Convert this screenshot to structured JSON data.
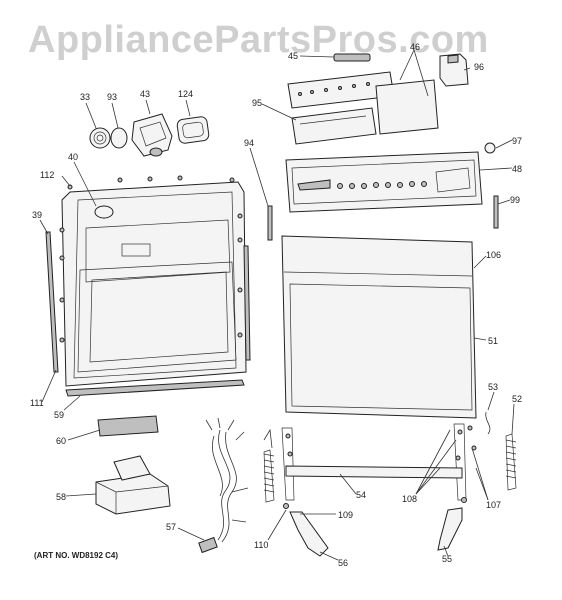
{
  "watermark": "AppliancePartsPros.com",
  "art_number": "(ART NO. WD8192 C4)",
  "callouts": {
    "c33": "33",
    "c93": "93",
    "c43": "43",
    "c124": "124",
    "c40": "40",
    "c112": "112",
    "c39": "39",
    "c111": "111",
    "c59": "59",
    "c60": "60",
    "c58": "58",
    "c57": "57",
    "c45": "45",
    "c46": "46",
    "c96": "96",
    "c95": "95",
    "c94": "94",
    "c97": "97",
    "c48": "48",
    "c99": "99",
    "c106": "106",
    "c51": "51",
    "c53": "53",
    "c52": "52",
    "c54": "54",
    "c108": "108",
    "c107": "107",
    "c109": "109",
    "c110": "110",
    "c56": "56",
    "c55": "55"
  }
}
